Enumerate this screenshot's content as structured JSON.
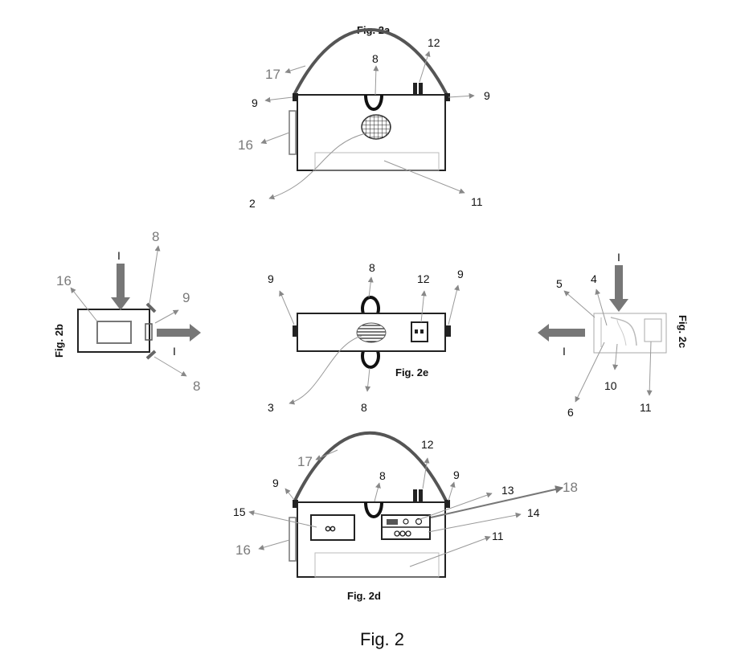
{
  "figure_title": "Fig. 2",
  "panels": {
    "a": {
      "caption": "Fig. 2a",
      "labels": [
        "17",
        "8",
        "12",
        "9",
        "9",
        "16",
        "2",
        "11"
      ]
    },
    "b": {
      "caption": "Fig. 2b",
      "labels": [
        "I",
        "8",
        "16",
        "9",
        "I",
        "8"
      ]
    },
    "e": {
      "caption": "Fig. 2e",
      "labels": [
        "9",
        "8",
        "12",
        "9",
        "3",
        "8"
      ]
    },
    "c": {
      "caption": "Fig. 2c",
      "labels": [
        "I",
        "5",
        "4",
        "I",
        "10",
        "6",
        "11"
      ]
    },
    "d": {
      "caption": "Fig. 2d",
      "labels": [
        "17",
        "12",
        "9",
        "8",
        "9",
        "13",
        "18",
        "15",
        "14",
        "11",
        "16"
      ]
    }
  }
}
